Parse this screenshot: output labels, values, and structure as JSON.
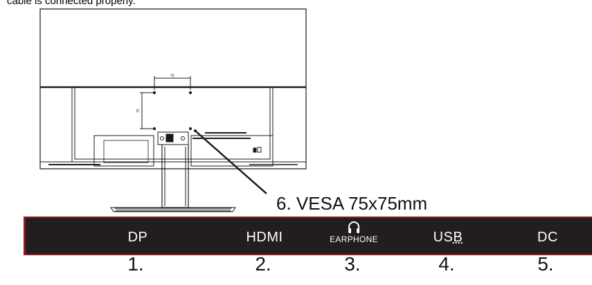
{
  "caption": {
    "text": "cable is connected properly."
  },
  "callout": {
    "vesa": "6. VESA 75x75mm"
  },
  "dimension_marks": {
    "horizontal": "75",
    "vertical": "75"
  },
  "ports": [
    {
      "id": "dp",
      "label": "DP",
      "number": "1."
    },
    {
      "id": "hdmi",
      "label": "HDMI",
      "number": "2."
    },
    {
      "id": "earphone",
      "label": "EARPHONE",
      "number": "3.",
      "icon": "headphones-icon"
    },
    {
      "id": "usb",
      "label_prefix": "US",
      "label_suffix": "B",
      "number": "4."
    },
    {
      "id": "dc",
      "label": "DC",
      "number": "5."
    }
  ],
  "colors": {
    "bar_bg": "#221e1f",
    "bar_border": "#8f1d24",
    "bar_text": "#ffffff",
    "line": "#1a1a1a"
  }
}
